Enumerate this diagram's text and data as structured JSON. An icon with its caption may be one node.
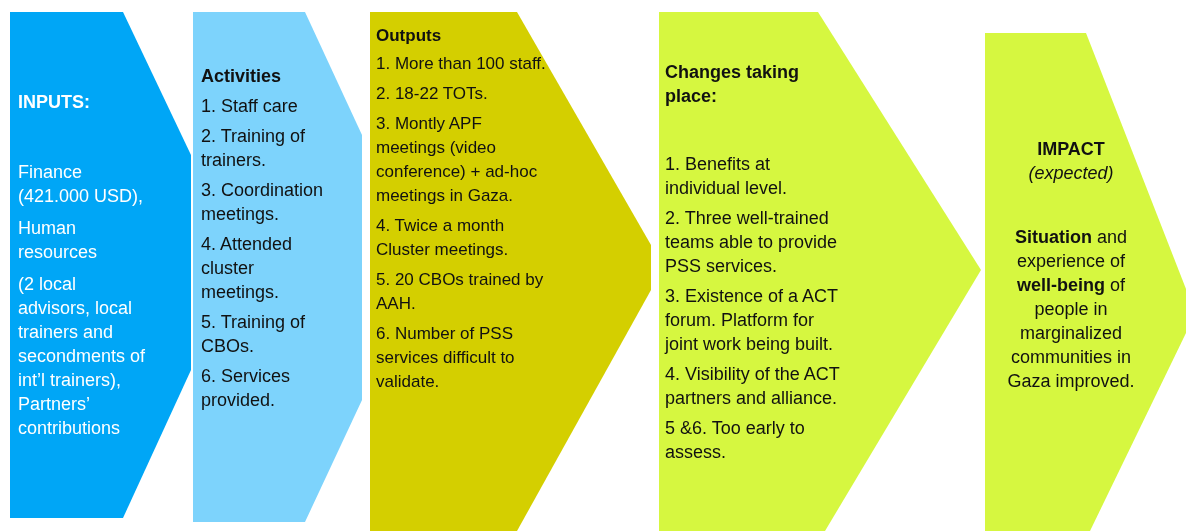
{
  "diagram": {
    "nodes": [
      {
        "text": [
          "INPUTS:",
          "Finance (421.000 USD),",
          "Human resources",
          "(2 local advisors, local trainers and secondments of int’l trainers), Partners’ contributions"
        ]
      },
      {
        "text": [
          "Activities",
          "1. Staff care",
          "2. Training of trainers.",
          "3. Coordination meetings.",
          "4. Attended cluster meetings.",
          "5. Training of CBOs.",
          "6. Services provided."
        ]
      },
      {
        "text": [
          "Outputs",
          "1. More than 100 staff.",
          "2. 18-22 TOTs.",
          "3. Montly APF meetings (video conference) + ad-hoc meetings in Gaza.",
          "4. Twice a month Cluster meetings.",
          "5. 20 CBOs trained by AAH.",
          "6. Number of PSS services difficult to validate."
        ]
      },
      {
        "text": [
          "Changes taking place:",
          "1. Benefits at individual level.",
          "2. Three well-trained teams able to provide PSS services.",
          "3. Existence of a ACT forum. Platform for joint work being built.",
          "4. Visibility of the ACT partners and alliance.",
          "5 &6. Too early to assess."
        ]
      },
      {
        "text": [
          "IMPACT",
          "(expected)",
          "**Situation** and experience of **well-being** of people in marginalized communities in Gaza improved."
        ]
      }
    ]
  }
}
